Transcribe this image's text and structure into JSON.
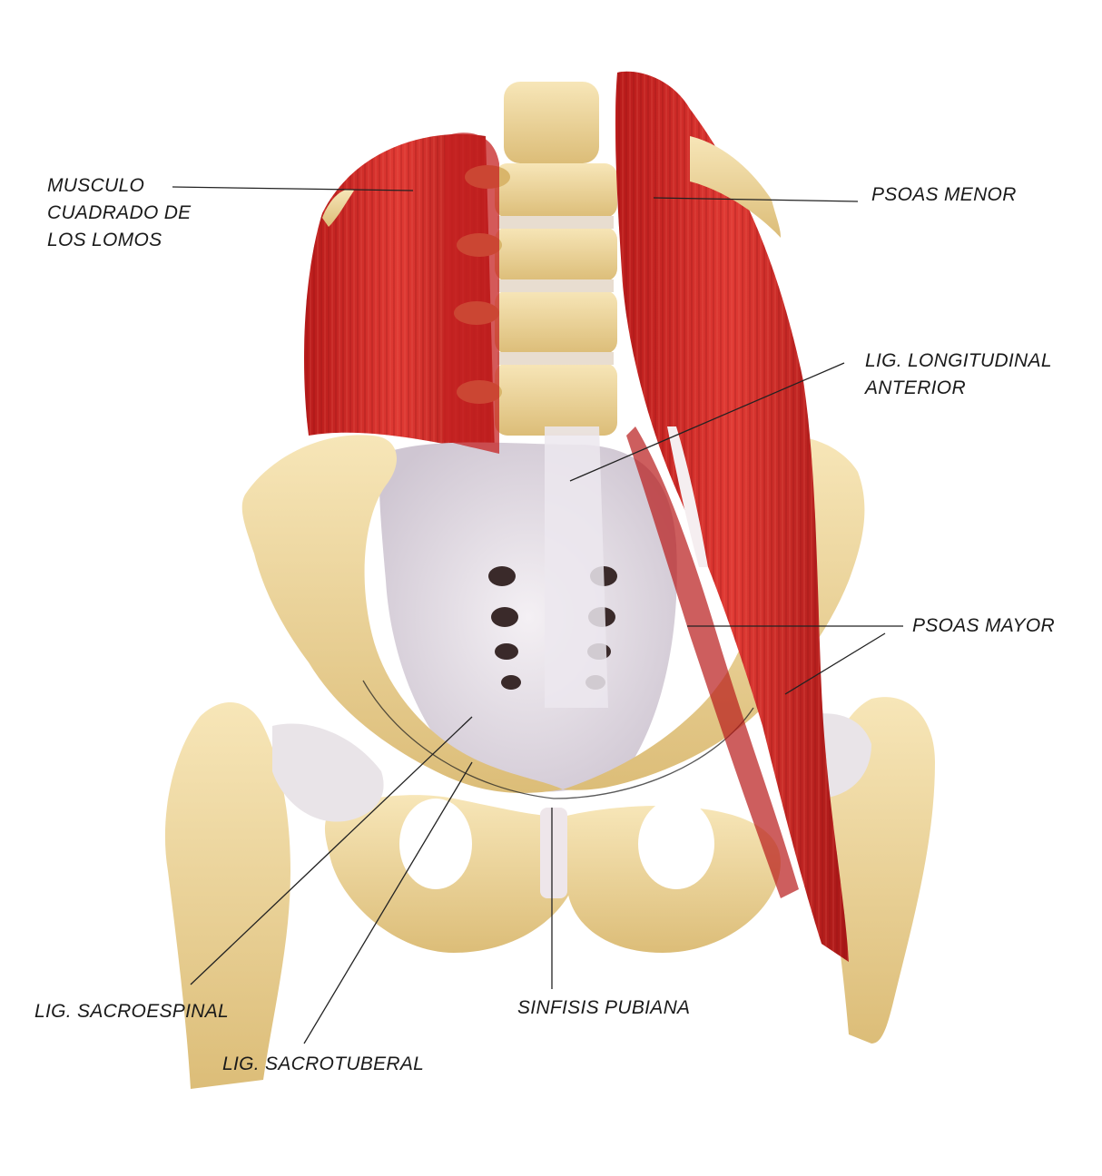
{
  "labels": {
    "cuadrado": [
      "MUSCULO",
      "CUADRADO DE",
      "LOS LOMOS"
    ],
    "psoas_menor": "PSOAS MENOR",
    "lig_longitudinal": [
      "LIG. LONGITUDINAL",
      "ANTERIOR"
    ],
    "psoas_mayor": "PSOAS MAYOR",
    "lig_sacroespinal": "LIG. SACROESPINAL",
    "lig_sacrotuberal": "LIG. SACROTUBERAL",
    "sinfisis": "SINFISIS PUBIANA"
  },
  "colors": {
    "muscle": "#d42a2a",
    "muscle_dark": "#a81616",
    "bone": "#f0d9a0",
    "bone_shadow": "#c9a45c",
    "ligament": "#e6e0e6",
    "line": "#222222"
  }
}
